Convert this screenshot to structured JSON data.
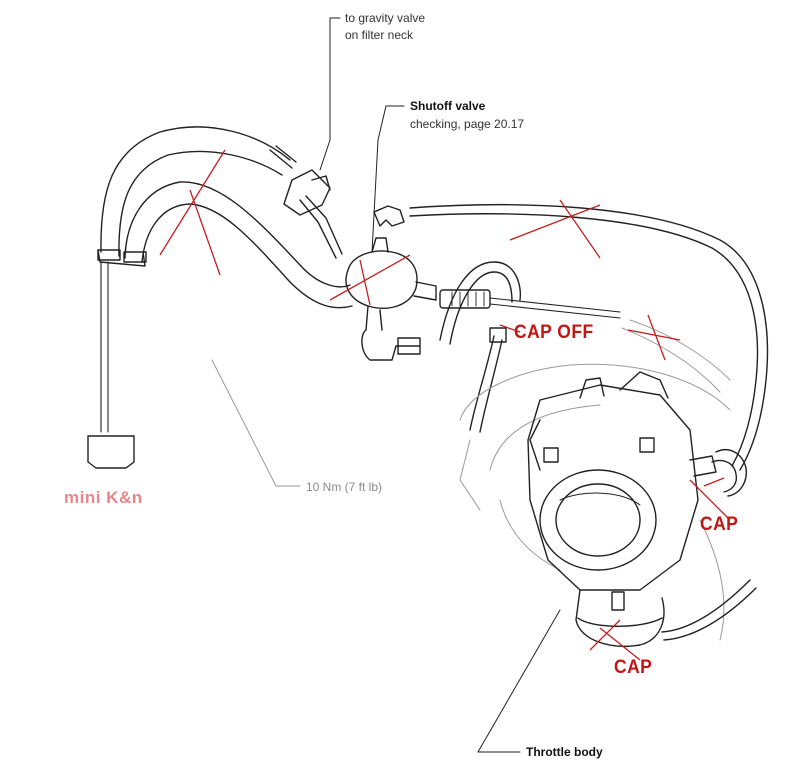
{
  "labels": {
    "gravity_valve_line1": "to gravity valve",
    "gravity_valve_line2": "on filter neck",
    "shutoff_valve_title": "Shutoff valve",
    "shutoff_valve_sub": "checking, page 20.17",
    "torque": "10 Nm (7 ft lb)",
    "throttle_body": "Throttle body"
  },
  "annotations": {
    "cap_off": "CAP OFF",
    "cap_right": "CAP",
    "cap_bottom": "CAP",
    "filter": "mini K&n"
  },
  "colors": {
    "line": "#222222",
    "grey_line": "#9a9a9a",
    "annotation_red": "#c41515",
    "annotation_pink": "#e8868a",
    "cross_red": "#c42020"
  }
}
